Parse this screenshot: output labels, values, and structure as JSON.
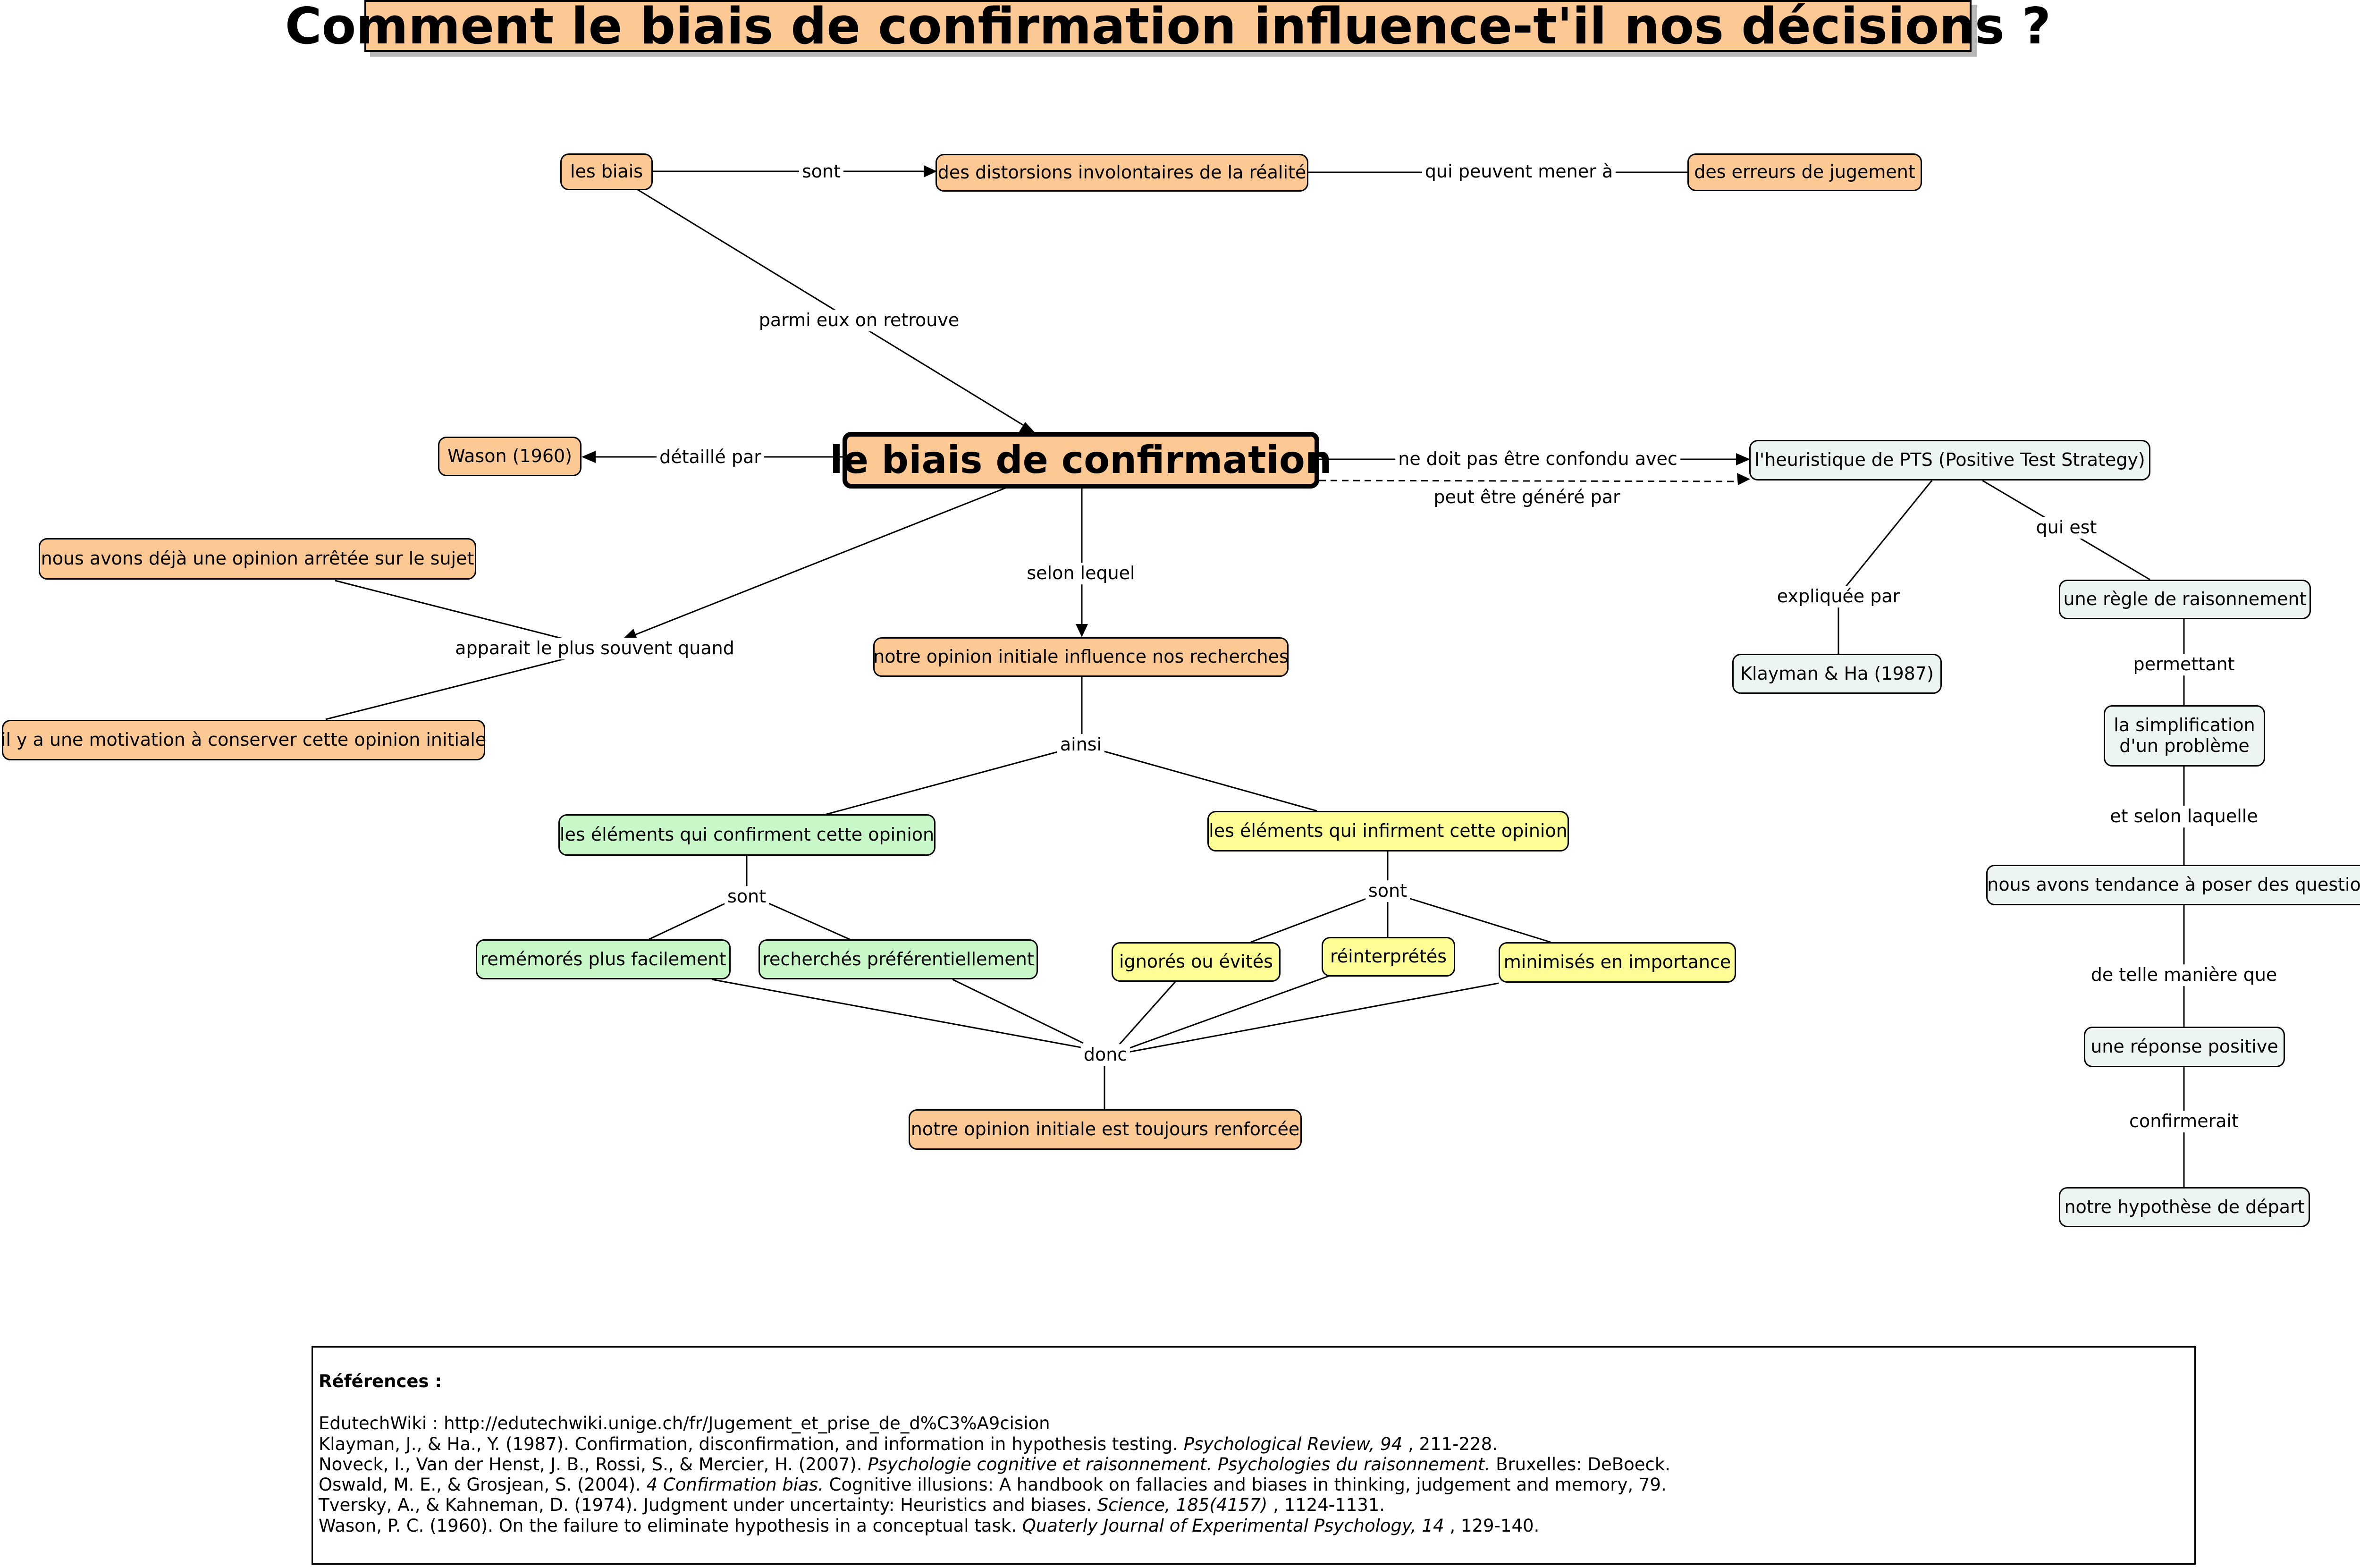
{
  "title": "Comment le biais de confirmation influence-t'il nos décisions ?",
  "nodes": {
    "biais": "les biais",
    "distorsions": "des distorsions involontaires de la réalité",
    "erreurs": "des erreurs de jugement",
    "confirmation": "le biais de confirmation",
    "wason": "Wason (1960)",
    "heuristique": "l'heuristique de PTS (Positive Test Strategy)",
    "opinion_arretee": "nous avons déjà une opinion arrêtée sur le sujet",
    "motivation": "il y a une motivation à conserver cette opinion initiale",
    "opinion_influence": "notre opinion initiale influence nos recherches",
    "klayman": "Klayman & Ha (1987)",
    "regle": "une règle de raisonnement",
    "simplification_1": "la simplification",
    "simplification_2": "d'un problème",
    "tendance": "nous avons tendance à poser des questions",
    "reponse": "une réponse positive",
    "hypothese": "notre hypothèse de départ",
    "confirment": "les éléments qui confirment cette opinion",
    "infirment": "les éléments qui infirment cette opinion",
    "rememores": "remémorés plus facilement",
    "recherches_pref": "recherchés préférentiellement",
    "ignores": "ignorés ou évités",
    "reinterpretes": "réinterprétés",
    "minimises": "minimisés en importance",
    "renforcee": "notre opinion initiale est toujours renforcée"
  },
  "links": {
    "sont_1": "sont",
    "qui_peuvent": "qui peuvent mener à",
    "parmi_eux": "parmi eux on retrouve",
    "detaille_par": "détaillé par",
    "ne_doit_pas": "ne doit pas être confondu avec",
    "peut_etre": "peut être généré par",
    "selon_lequel": "selon lequel",
    "apparait": "apparait le plus souvent quand",
    "expliquee_par": "expliquée par",
    "qui_est": "qui est",
    "permettant": "permettant",
    "et_selon": "et selon laquelle",
    "de_telle": "de telle manière que",
    "confirmerait": "confirmerait",
    "ainsi": "ainsi",
    "sont_2": "sont",
    "sont_3": "sont",
    "donc": "donc"
  },
  "references": {
    "heading": "Références :",
    "lines": [
      [
        {
          "t": "EdutechWiki : http://edutechwiki.unige.ch/fr/Jugement_et_prise_de_d%C3%A9cision"
        }
      ],
      [
        {
          "t": "Klayman, J., & Ha., Y. (1987). Confirmation, disconfirmation, and information in hypothesis testing. "
        },
        {
          "t": "Psychological Review, 94",
          "i": true
        },
        {
          "t": " , 211-228."
        }
      ],
      [
        {
          "t": "Noveck, I., Van der Henst, J. B., Rossi, S., & Mercier, H. (2007). "
        },
        {
          "t": "Psychologie cognitive et raisonnement. Psychologies du raisonnement.",
          "i": true
        },
        {
          "t": "  Bruxelles: DeBoeck."
        }
      ],
      [
        {
          "t": "Oswald, M. E., & Grosjean, S. (2004). "
        },
        {
          "t": "4 Confirmation bias.",
          "i": true
        },
        {
          "t": "  Cognitive illusions: A handbook on fallacies and biases in thinking, judgement and memory, 79."
        }
      ],
      [
        {
          "t": "Tversky, A., & Kahneman, D. (1974). Judgment under uncertainty: Heuristics and biases. "
        },
        {
          "t": "Science, 185(4157)",
          "i": true
        },
        {
          "t": " , 1124-1131."
        }
      ],
      [
        {
          "t": "Wason, P. C. (1960). On the failure to eliminate hypothesis in a conceptual task. "
        },
        {
          "t": "Quaterly Journal of Experimental Psychology, 14",
          "i": true
        },
        {
          "t": " , 129-140."
        }
      ]
    ]
  },
  "colors": {
    "orange": "#fcc995",
    "green": "#c8f8c8",
    "yellow": "#fdfd96",
    "grey": "#edf4f4"
  }
}
